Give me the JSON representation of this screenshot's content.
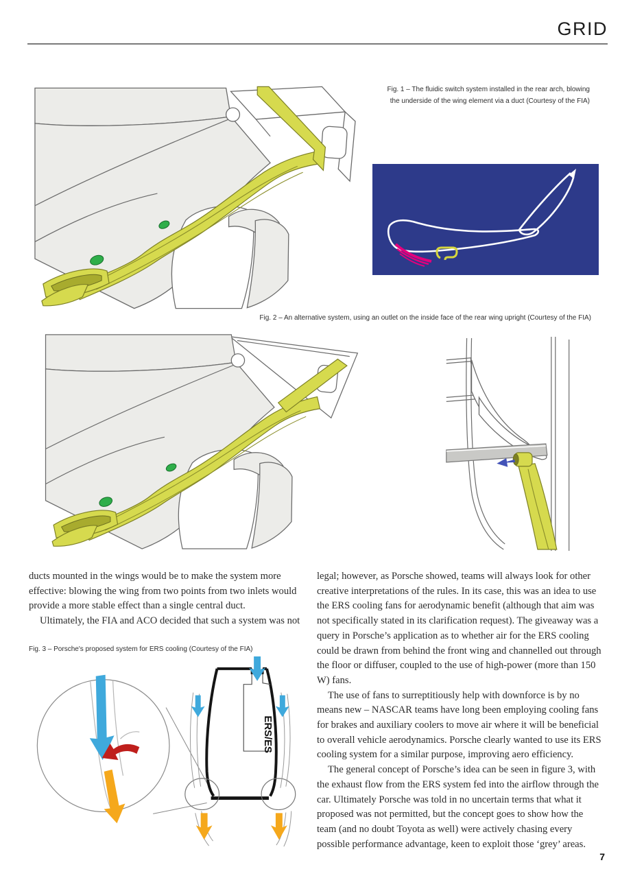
{
  "header": {
    "title": "GRID"
  },
  "figures": {
    "fig1": {
      "caption": "Fig. 1 – The fluidic switch system installed in the rear arch, blowing the underside of the wing element via a duct (Courtesy of the FIA)"
    },
    "fig2": {
      "caption": "Fig. 2 – An alternative system, using an outlet on the inside face of the rear wing upright (Courtesy of the FIA)"
    },
    "fig3": {
      "caption": "Fig. 3 – Porsche's proposed system for ERS cooling (Courtesy of the FIA)",
      "diagram_label": "ERS/ES"
    }
  },
  "article": {
    "left_column": {
      "para1": "ducts mounted in the wings would be to make the system more effective: blowing the wing from two points from two inlets would provide a more stable effect than a single central duct.",
      "para2": "Ultimately, the FIA and ACO decided that such a system was not"
    },
    "right_column": {
      "para1": "legal; however, as Porsche showed, teams will always look for other creative interpretations of the rules. In its case, this was an idea to use the ERS cooling fans for aerodynamic benefit (although that aim was not specifically stated in its clarification request). The giveaway was a query in Porsche’s application as to whether air for the ERS cooling could be drawn from behind the front wing and channelled out through the floor or diffuser, coupled to the use of high-power (more than 150 W) fans.",
      "para2": "The use of fans to surreptitiously help with downforce is by no means new – NASCAR teams have long been employing cooling fans for brakes and auxiliary coolers to move air where it will be beneficial to overall vehicle aerodynamics. Porsche clearly wanted to use its ERS cooling system for a similar purpose, improving aero efficiency.",
      "para3": "The general concept of Porsche’s idea can be seen in figure 3, with the exhaust flow from the ERS system fed into the airflow through the car. Ultimately Porsche was told in no uncertain terms that what it proposed was not permitted, but the concept goes to show how the team (and no doubt Toyota as well) were actively chasing every possible performance advantage, keen to exploit those ‘grey’ areas."
    }
  },
  "footer": {
    "page_number": "7"
  },
  "colors": {
    "duct_yellow": "#d6da4e",
    "body_grey": "#ecece9",
    "panel_blue": "#2d3a8a",
    "flow_magenta": "#e2007d",
    "arrow_blue": "#3fa9dc",
    "arrow_red": "#bf1f1c",
    "arrow_orange": "#f5a81c",
    "clip_green": "#2fae4a"
  }
}
